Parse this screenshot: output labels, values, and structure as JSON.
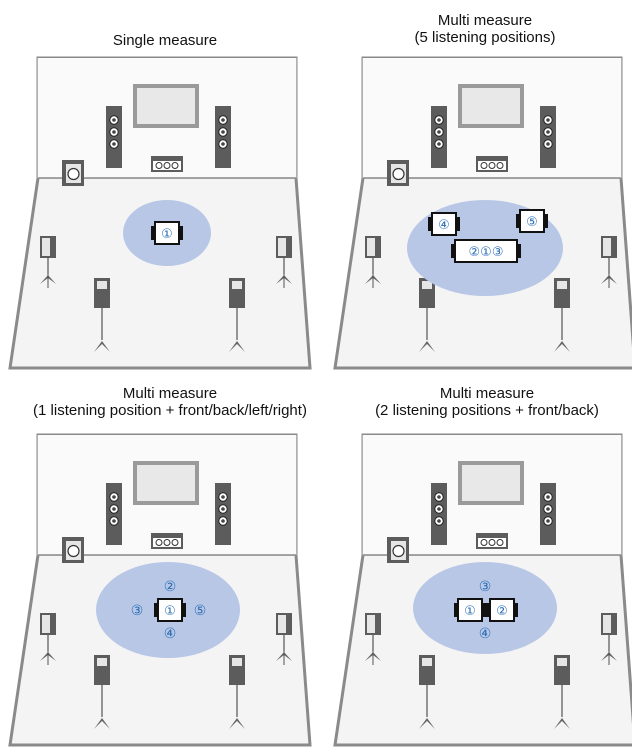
{
  "colors": {
    "room_wall": "#8a8a8a",
    "room_fill": "#f4f4f4",
    "wall_line": "#bdbdbd",
    "tv_border": "#9a9a9a",
    "tv_fill": "#e8e8e8",
    "speaker_dark": "#5c5c5c",
    "speaker_light": "#e6e6e6",
    "measure_area": "#b8c7e6",
    "mic_number": "#2a6db5"
  },
  "panels": [
    {
      "title_line1": "Single measure",
      "title_line2": "",
      "layout": "single",
      "mic_labels": [
        "①"
      ]
    },
    {
      "title_line1": "Multi measure",
      "title_line2": "(5 listening positions)",
      "layout": "five",
      "mic_labels": [
        "④",
        "⑤",
        "②①③"
      ]
    },
    {
      "title_line1": "Multi measure",
      "title_line2": "(1 listening position + front/back/left/right)",
      "layout": "cross",
      "mic_labels": [
        "②",
        "③",
        "①",
        "⑤",
        "④"
      ]
    },
    {
      "title_line1": "Multi measure",
      "title_line2": "(2 listening positions + front/back)",
      "layout": "two",
      "mic_labels": [
        "③",
        "①",
        "②",
        "④"
      ]
    }
  ],
  "icons": {
    "subwoofer": "subwoofer-icon",
    "center": "center-speaker-icon",
    "front_tower": "front-speaker-icon",
    "surround": "surround-speaker-icon",
    "tv": "tv-icon",
    "mic": "microphone-icon"
  }
}
